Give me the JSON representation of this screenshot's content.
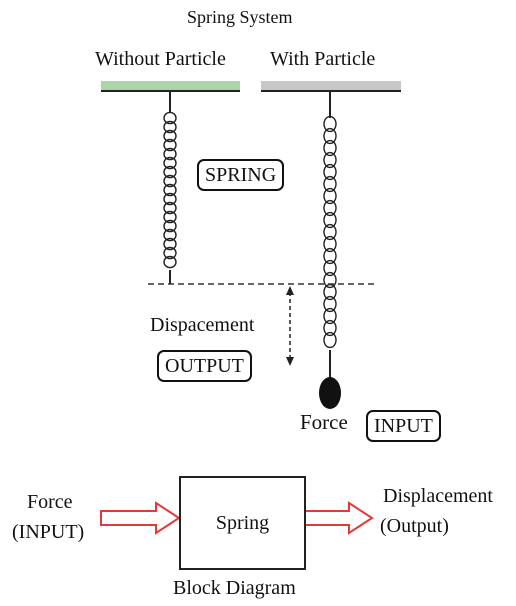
{
  "title": "Spring System",
  "left_header": "Without Particle",
  "right_header": "With Particle",
  "spring_label": "SPRING",
  "displacement_label": "Dispacement",
  "output_label": "OUTPUT",
  "force_label": "Force",
  "input_label": "INPUT",
  "block": {
    "input_line1": "Force",
    "input_line2": "(INPUT)",
    "box_label": "Spring",
    "output_line1": "Displacement",
    "output_line2": "(Output)",
    "caption": "Block Diagram"
  },
  "colors": {
    "left_bar": "#a9d5a9",
    "right_bar": "#c8c8c8",
    "arrow": "#e23a3a",
    "line": "#222222"
  }
}
